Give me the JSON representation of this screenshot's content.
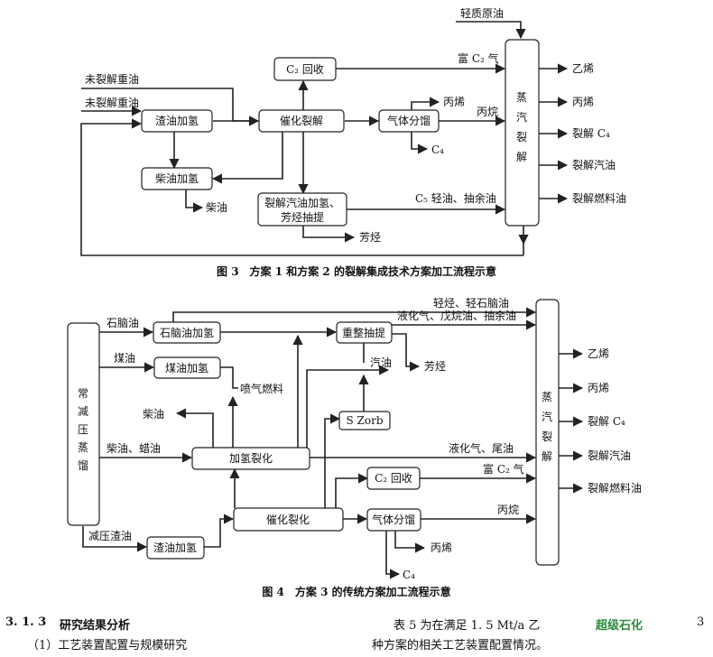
{
  "fig3": {
    "caption": "图 3　方案 1 和方案 2 的裂解集成技术方案加工流程示意",
    "input_light": "轻质原油",
    "in_unc1": "未裂解重油",
    "in_unc2": "未裂解重油",
    "b_zhayou": "渣油加氢",
    "b_cuihua": "催化裂解",
    "b_c2": "C₂ 回收",
    "b_qiti": "气体分馏",
    "b_chaiyou": "柴油加氢",
    "b_liejie1": "裂解汽油加氢、",
    "b_liejie2": "芳烃抽提",
    "b_steam": [
      "蒸",
      "汽",
      "裂",
      "解"
    ],
    "l_fuc2": "富 C₂ 气",
    "l_bingxi": "丙烯",
    "l_bingwan": "丙烷",
    "l_c4": "C₄",
    "l_chaiyou": "柴油",
    "l_c5": "C₅ 轻油、抽余油",
    "l_fangting": "芳烃",
    "outputs": [
      "乙烯",
      "丙烯",
      "裂解 C₄",
      "裂解汽油",
      "裂解燃料油"
    ]
  },
  "fig4": {
    "caption": "图 4　方案 3 的传统方案加工流程示意",
    "b_atm": [
      "常",
      "减",
      "压",
      "蒸",
      "馏"
    ],
    "l_shinao": "石脑油",
    "b_shinao": "石脑油加氢",
    "l_meiyou": "煤油",
    "b_meiyou": "煤油加氢",
    "l_penqi": "喷气燃料",
    "l_chaiyou": "柴油",
    "l_chailayou": "柴油、蜡油",
    "b_jiaqing": "加氢裂化",
    "b_chongzheng": "重整抽提",
    "l_qiyou": "汽油",
    "l_fangting": "芳烃",
    "b_szorb": "S Zorb",
    "l_qingting": "轻烃、轻石脑油",
    "l_yehuaqi": "液化气、戊烷油、抽余油",
    "l_weiqi": "液化气、尾油",
    "l_jianya": "减压渣油",
    "b_zhayou": "渣油加氢",
    "b_cuihua": "催化裂化",
    "b_c2": "C₂ 回收",
    "l_fuc2": "富 C₂ 气",
    "b_qiti": "气体分馏",
    "l_bingwan": "丙烷",
    "l_bingxi": "丙烯",
    "l_c4": "C₄",
    "b_steam": [
      "蒸",
      "汽",
      "裂",
      "解"
    ],
    "outputs": [
      "乙烯",
      "丙烯",
      "裂解 C₄",
      "裂解汽油",
      "裂解燃料油"
    ]
  },
  "footer": {
    "section_num": "3. 1. 3",
    "section_title": "研究结果分析",
    "para_left": "（1）工艺装置配置与规模研究",
    "right_line1": "表 5 为在满足 1. 5 Mt/a 乙",
    "right_line2": "种方案的相关工艺装置配置情况。",
    "right_tail": "3",
    "watermark": "超级石化"
  }
}
